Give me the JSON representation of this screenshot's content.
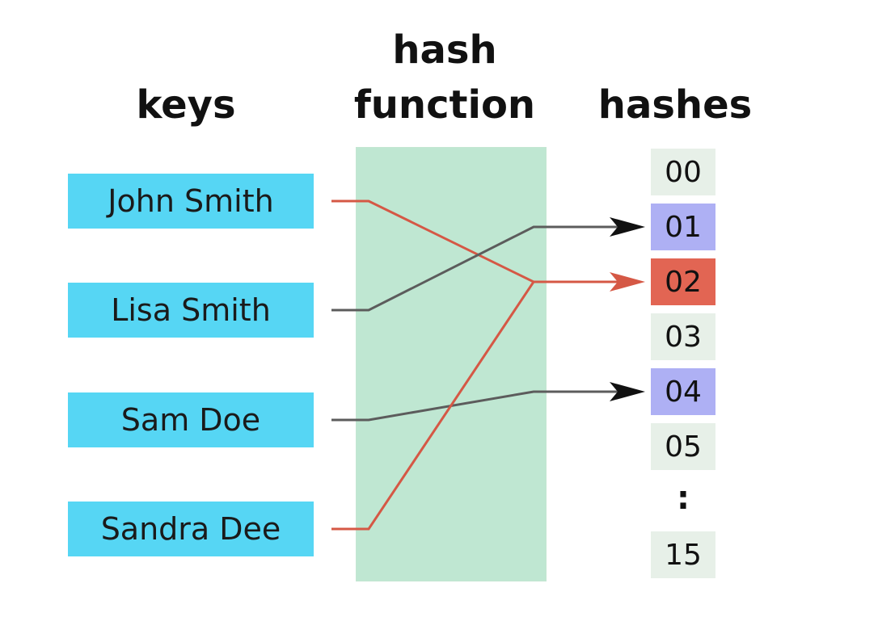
{
  "headers": {
    "keys": "keys",
    "hash_function_line1": "hash",
    "hash_function_line2": "function",
    "hashes": "hashes"
  },
  "keys": [
    {
      "label": "John Smith",
      "maps_to": "02"
    },
    {
      "label": "Lisa Smith",
      "maps_to": "01"
    },
    {
      "label": "Sam Doe",
      "maps_to": "04"
    },
    {
      "label": "Sandra Dee",
      "maps_to": "02"
    }
  ],
  "hashes": [
    "00",
    "01",
    "02",
    "03",
    "04",
    "05",
    "15"
  ],
  "ellipsis": ":",
  "colors": {
    "key_fill": "#56d6f4",
    "function_fill": "#bfe7d2",
    "slot_default": "#e7f0e8",
    "slot_single": "#aeb0f4",
    "slot_collision": "#e26553",
    "wire_single": "#5c5c5c",
    "wire_collision": "#d55845"
  }
}
